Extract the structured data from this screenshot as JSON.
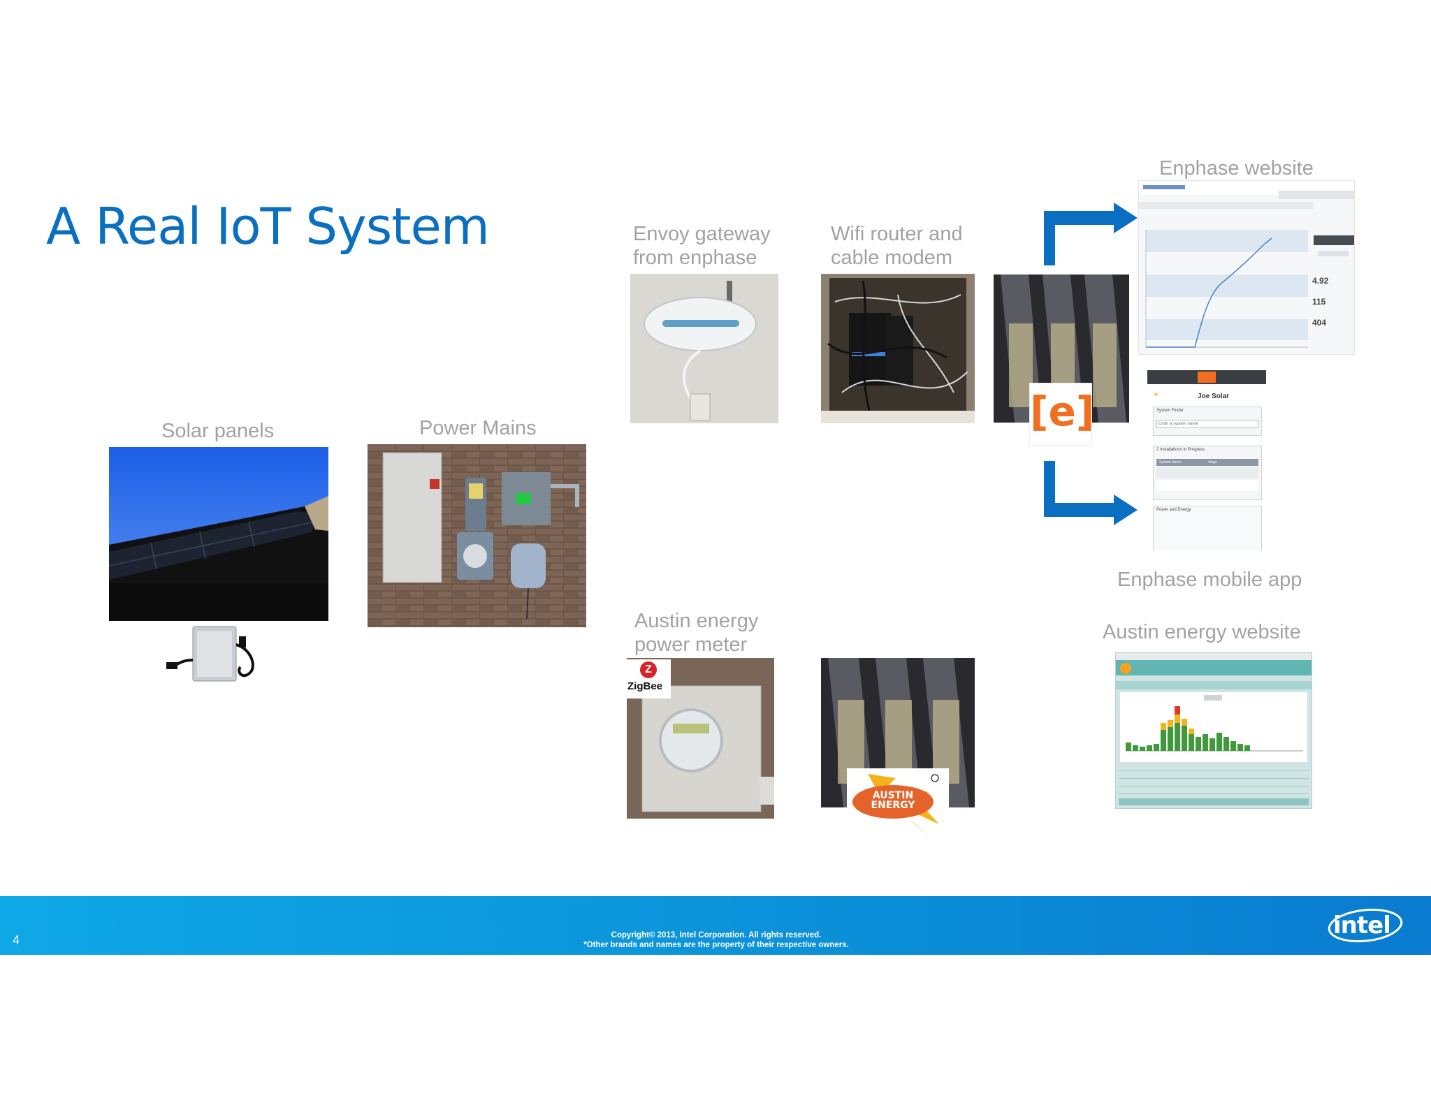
{
  "slide": {
    "title": "A Real IoT System",
    "page_number": "4"
  },
  "captions": {
    "solar_panels": "Solar panels",
    "power_mains": "Power Mains",
    "envoy_line1": "Envoy gateway",
    "envoy_line2": "from enphase",
    "wifi_line1": "Wifi router and",
    "wifi_line2": "cable modem",
    "enphase_website": "Enphase website",
    "enphase_mobile_app": "Enphase mobile app",
    "austin_meter_line1": "Austin energy",
    "austin_meter_line2": "power meter",
    "austin_website": "Austin energy website"
  },
  "logos": {
    "enphase": "[e]",
    "zigbee": "ZigBee",
    "austin_energy_line1": "AUSTIN",
    "austin_energy_line2": "ENERGY",
    "intel": "intel"
  },
  "enphase_website_screenshot": {
    "metrics": [
      "4.92",
      "115",
      "404"
    ]
  },
  "enphase_mobile_screenshot": {
    "user": "Joe Solar",
    "system_finder": "System Finder",
    "search_placeholder": "Enter a system name",
    "installations_heading": "2 Installations In Progress",
    "col_system_name": "System Name",
    "col_stage": "Stage",
    "power_energy": "Power and Energy"
  },
  "footer": {
    "copyright_line1": "Copyright© 2013, Intel Corporation. All rights reserved.",
    "copyright_line2": "*Other brands and names are the property of their respective owners."
  },
  "colors": {
    "title_blue": "#0a6fc1",
    "caption_gray": "#a2a2a2",
    "arrow_blue": "#0a6fc1",
    "footer_blue": "#0b8fd8",
    "enphase_orange": "#f26f21"
  }
}
